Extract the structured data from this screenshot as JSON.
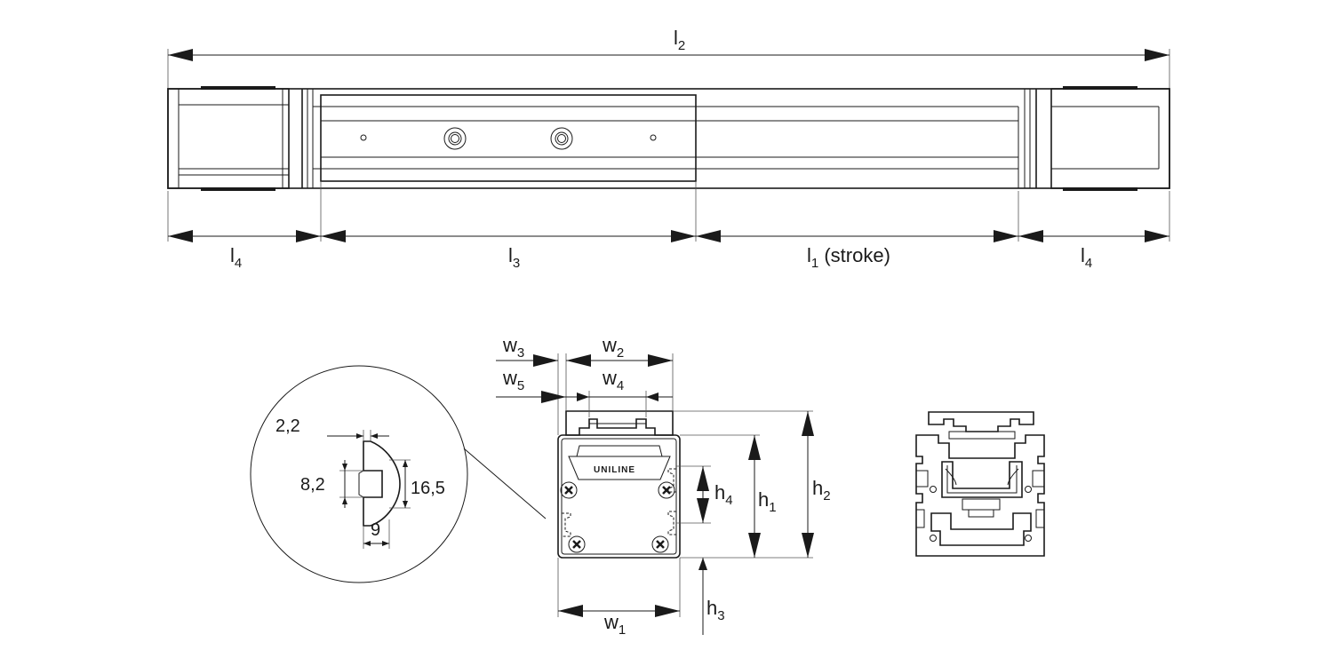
{
  "dimensions": {
    "l2": {
      "base": "l",
      "sub": "2",
      "suffix": ""
    },
    "l4_left": {
      "base": "l",
      "sub": "4",
      "suffix": ""
    },
    "l3": {
      "base": "l",
      "sub": "3",
      "suffix": ""
    },
    "l1": {
      "base": "l",
      "sub": "1",
      "suffix": " (stroke)"
    },
    "l4_right": {
      "base": "l",
      "sub": "4",
      "suffix": ""
    },
    "w1": {
      "base": "w",
      "sub": "1"
    },
    "w2": {
      "base": "w",
      "sub": "2"
    },
    "w3": {
      "base": "w",
      "sub": "3"
    },
    "w4": {
      "base": "w",
      "sub": "4"
    },
    "w5": {
      "base": "w",
      "sub": "5"
    },
    "h1": {
      "base": "h",
      "sub": "1"
    },
    "h2": {
      "base": "h",
      "sub": "2"
    },
    "h3": {
      "base": "h",
      "sub": "3"
    },
    "h4": {
      "base": "h",
      "sub": "4"
    }
  },
  "detail": {
    "slot_top": "2,2",
    "slot_height": "8,2",
    "slot_outer": "16,5",
    "slot_depth": "9"
  },
  "carriage_logo": "UNILINE",
  "colors": {
    "line": "#1a1a1a",
    "background": "#ffffff"
  }
}
